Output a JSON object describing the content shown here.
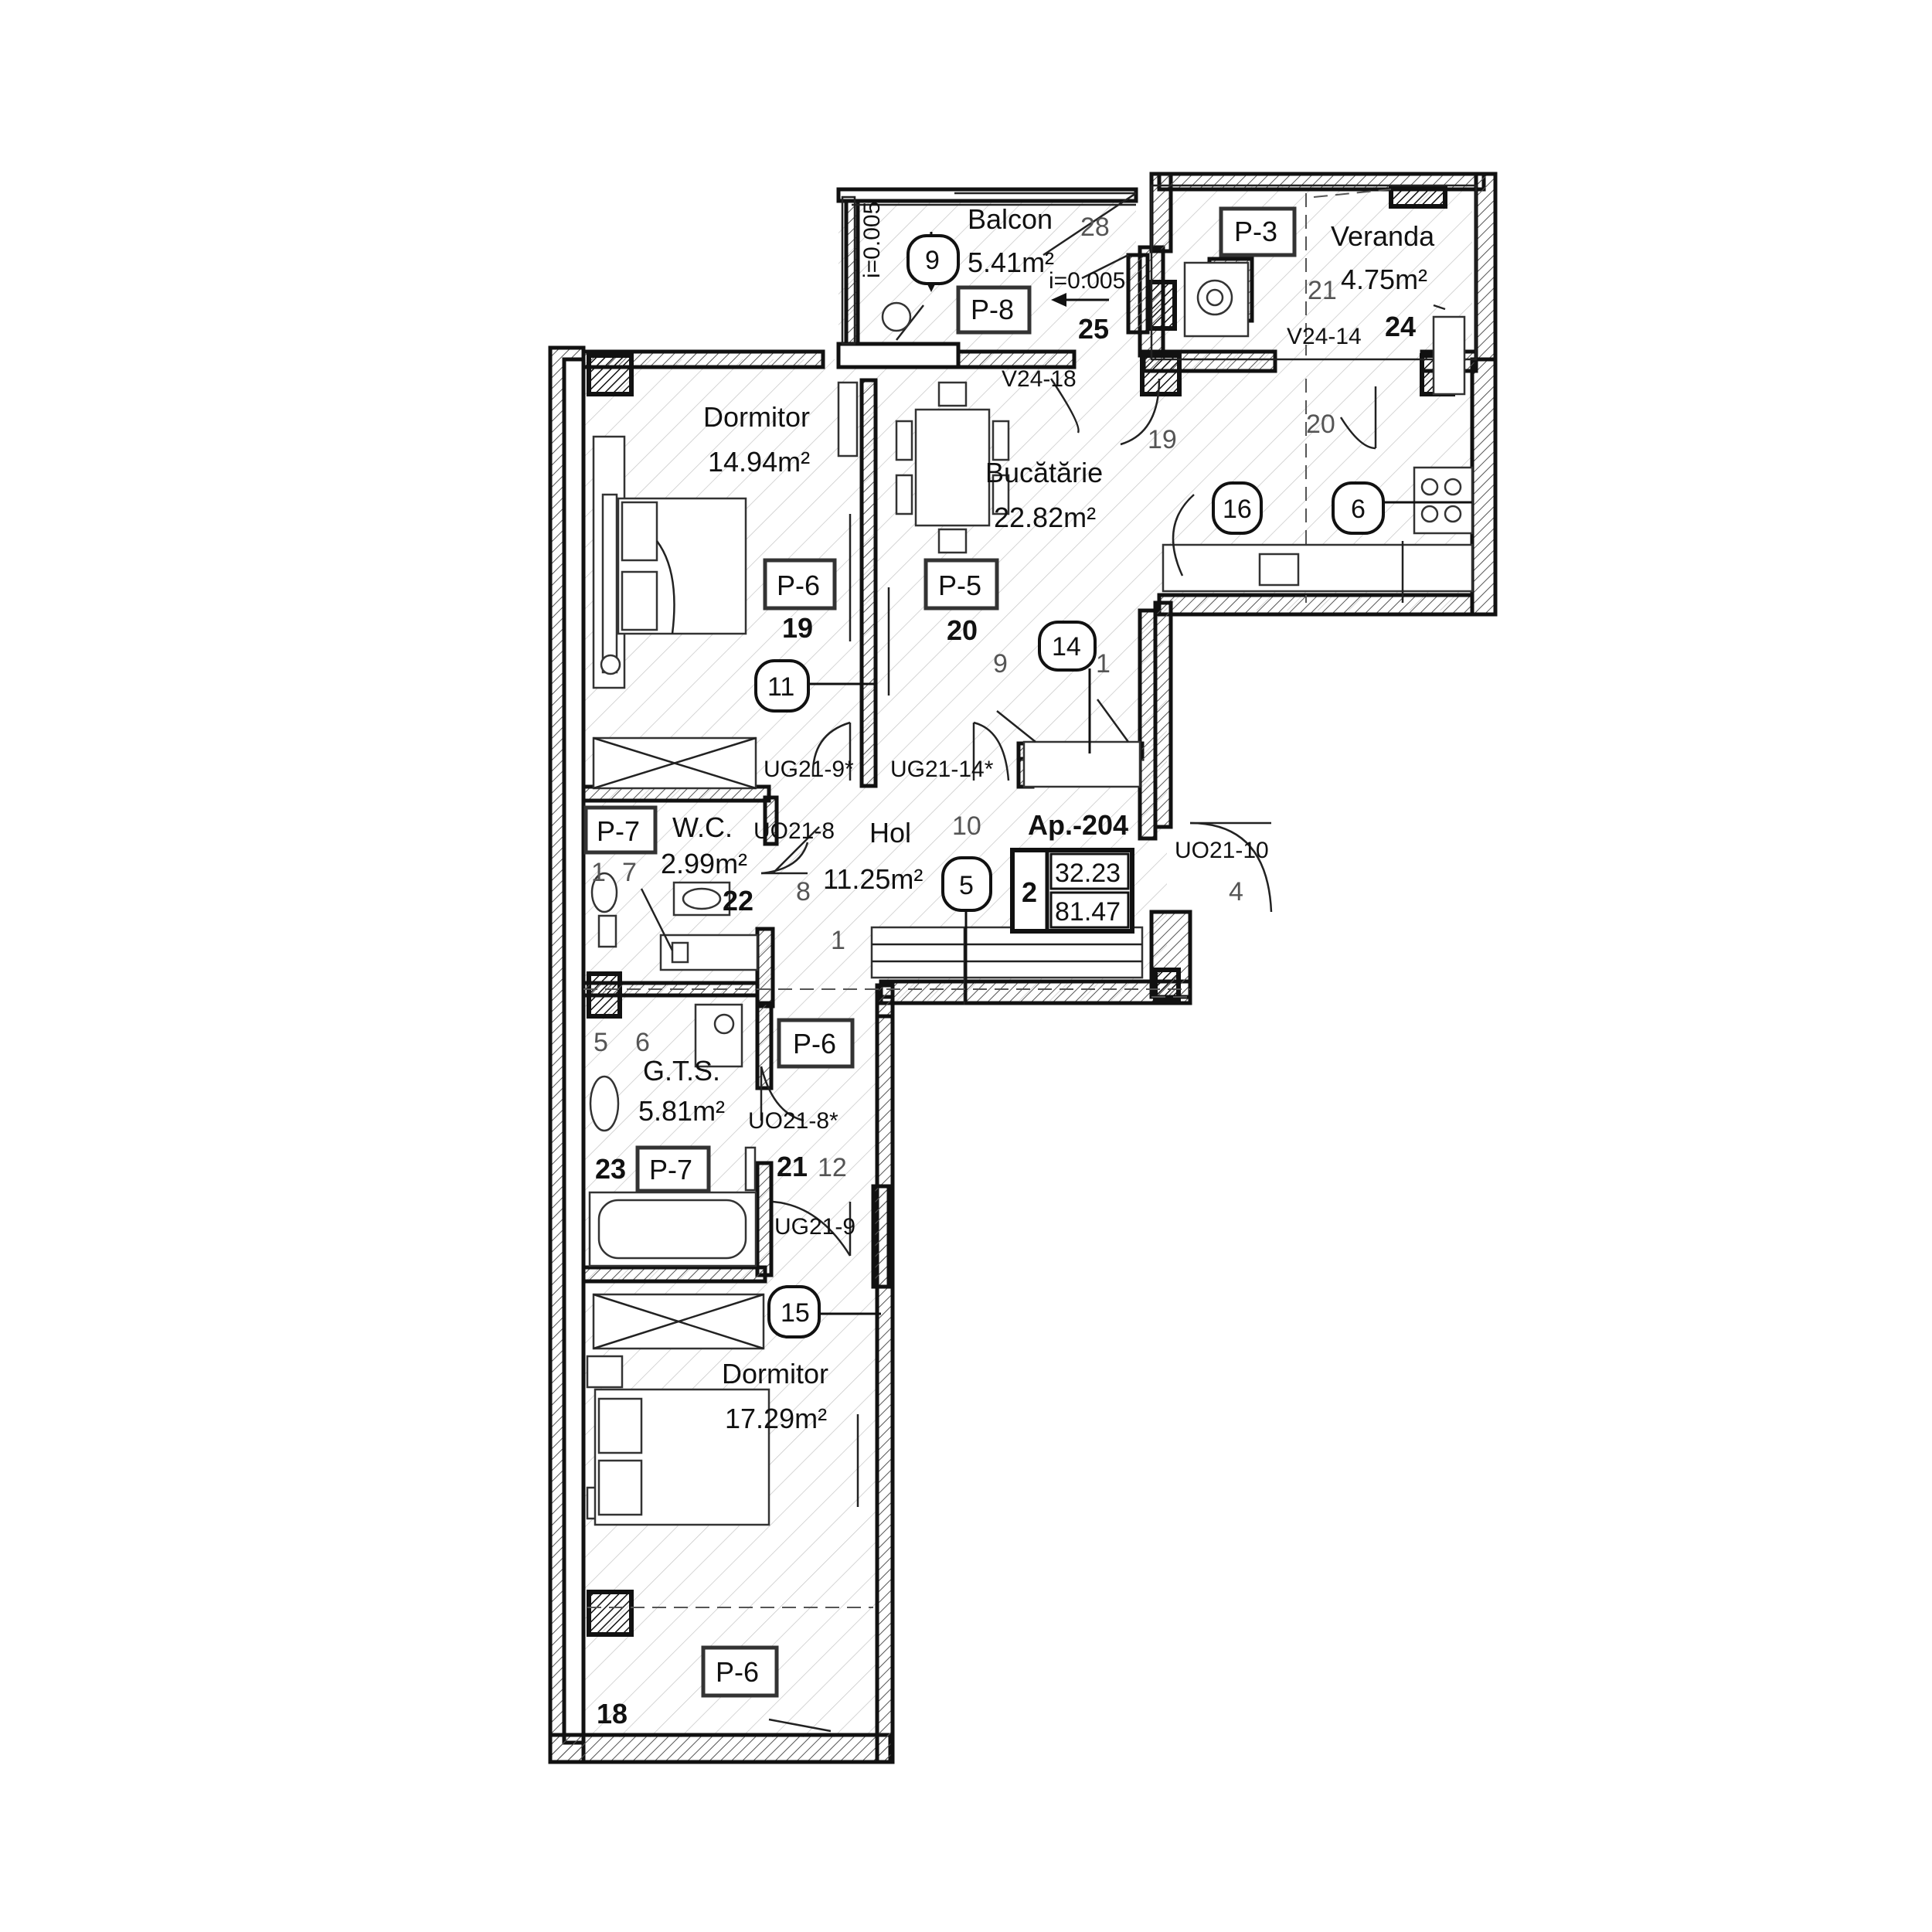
{
  "rooms": {
    "balcon": {
      "name": "Balcon",
      "area": "5.41m²"
    },
    "veranda": {
      "name": "Veranda",
      "area": "4.75m²"
    },
    "dormitor1": {
      "name": "Dormitor",
      "area": "14.94m²"
    },
    "bucatarie": {
      "name": "Bucătărie",
      "area": "22.82m²"
    },
    "wc": {
      "name": "W.C.",
      "area": "2.99m²"
    },
    "hol": {
      "name": "Hol",
      "area": "11.25m²"
    },
    "gts": {
      "name": "G.T.S.",
      "area": "5.81m²"
    },
    "dormitor2": {
      "name": "Dormitor",
      "area": "17.29m²"
    }
  },
  "tags": {
    "p3": "P-3",
    "p8": "P-8",
    "p6a": "P-6",
    "p5": "P-5",
    "p7a": "P-7",
    "p6b": "P-6",
    "p7b": "P-7",
    "p6c": "P-6"
  },
  "circles": {
    "c9": "9",
    "c16": "16",
    "c6": "6",
    "c14": "14",
    "c11": "11",
    "c5": "5",
    "c15": "15"
  },
  "codes": {
    "v2418": "V24-18",
    "v2414": "V24-14",
    "ug219a": "UG21-9*",
    "ug2114": "UG21-14*",
    "uo218a": "UO21-8",
    "uo2110": "UO21-10",
    "uo218b": "UO21-8*",
    "ug219b": "UG21-9",
    "slope1": "i=0.005",
    "slope2": "i=0.005"
  },
  "numbers": {
    "n28": "28",
    "n25": "25",
    "n21v": "21",
    "n24": "24",
    "n19k": "19",
    "n20k": "20",
    "n19": "19",
    "n20": "20",
    "n9": "9",
    "n1a": "1",
    "n10": "10",
    "n4": "4",
    "n1b": "1",
    "n7": "7",
    "n22": "22",
    "n8": "8",
    "n1c": "1",
    "n5": "5",
    "n6": "6",
    "n23": "23",
    "n21": "21",
    "n12": "12",
    "n18": "18"
  },
  "apartment": {
    "label": "Ap.-204",
    "rooms": "2",
    "living_area": "32.23",
    "total_area": "81.47"
  }
}
